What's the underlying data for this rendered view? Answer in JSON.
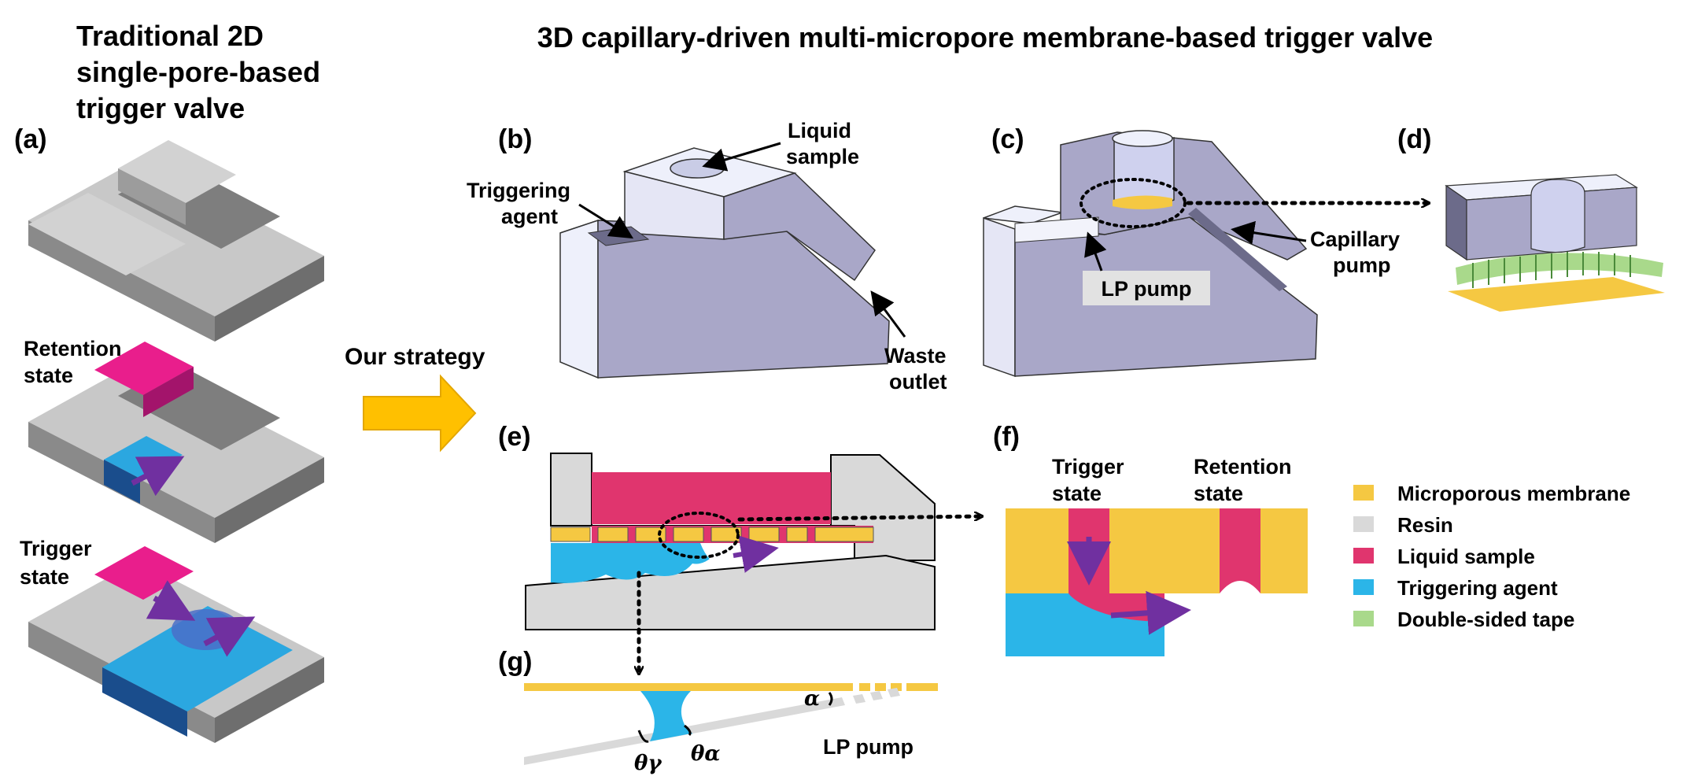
{
  "titles": {
    "left_line1": "Traditional 2D",
    "left_line2": "single-pore-based",
    "left_line3": "trigger valve",
    "right": "3D capillary-driven multi-micropore membrane-based trigger valve"
  },
  "panels": {
    "a": "(a)",
    "b": "(b)",
    "c": "(c)",
    "d": "(d)",
    "e": "(e)",
    "f": "(f)",
    "g": "(g)"
  },
  "labels": {
    "retention_line1": "Retention",
    "retention_line2": "state",
    "trigger_line1": "Trigger",
    "trigger_line2": "state",
    "strategy": "Our strategy",
    "liquid_line1": "Liquid",
    "liquid_line2": "sample",
    "triggering_line1": "Triggering",
    "triggering_line2": "agent",
    "waste_line1": "Waste",
    "waste_line2": "outlet",
    "lp_pump": "LP pump",
    "capillary_line1": "Capillary",
    "capillary_line2": "pump",
    "f_trigger_line1": "Trigger",
    "f_trigger_line2": "state",
    "f_retention_line1": "Retention",
    "f_retention_line2": "state",
    "alpha": "α",
    "theta_gamma": "θγ",
    "theta_alpha": "θα",
    "g_lp_pump": "LP pump"
  },
  "legend": [
    {
      "label": "Microporous membrane",
      "color": "#f5c842"
    },
    {
      "label": "Resin",
      "color": "#d9d9d9"
    },
    {
      "label": "Liquid sample",
      "color": "#e0356e"
    },
    {
      "label": "Triggering agent",
      "color": "#2bb5e8"
    },
    {
      "label": "Double-sided tape",
      "color": "#a9d98b"
    }
  ],
  "colors": {
    "membrane": "#f5c842",
    "resin": "#d9d9d9",
    "liquid": "#e0356e",
    "agent": "#2bb5e8",
    "tape": "#a9d98b",
    "device": "#a9a7c8",
    "arrow_purple": "#7030a0",
    "strategy_arrow": "#ffc000"
  }
}
